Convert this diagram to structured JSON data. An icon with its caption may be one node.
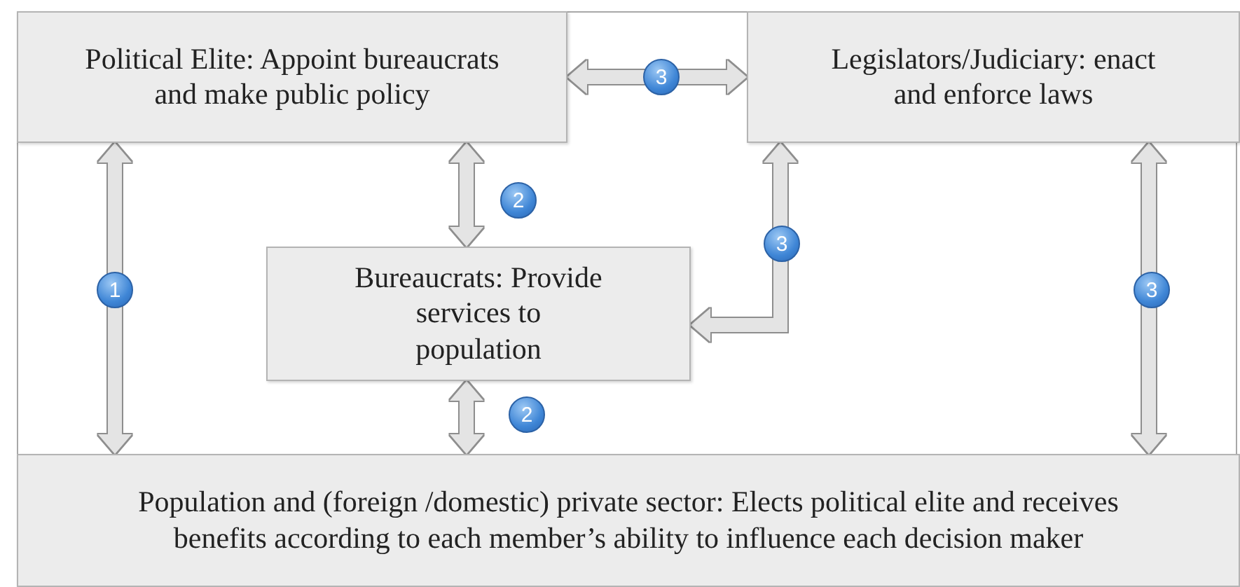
{
  "diagram": {
    "nodes": [
      {
        "text": [
          "Political Elite: Appoint bureaucrats and make public policy"
        ]
      },
      {
        "text": [
          "Legislators/Judiciary: enact and enforce laws"
        ]
      },
      {
        "text": [
          "Bureaucrats: Provide services to population"
        ]
      },
      {
        "text": [
          "Population and (foreign /domestic) private sector: Elects political elite and receives benefits according to each member’s ability to influence each decision maker"
        ]
      }
    ],
    "edges": [
      {
        "from": 0,
        "to": 3,
        "arrow": "both",
        "label": "1"
      },
      {
        "from": 0,
        "to": 2,
        "arrow": "both",
        "label": "2"
      },
      {
        "from": 0,
        "to": 1,
        "arrow": "both",
        "label": "3"
      },
      {
        "from": 1,
        "to": 2,
        "arrow": "both",
        "label": "3"
      },
      {
        "from": 2,
        "to": 3,
        "arrow": "both",
        "label": "2"
      },
      {
        "from": 1,
        "to": 3,
        "arrow": "both",
        "label": "3"
      }
    ]
  }
}
